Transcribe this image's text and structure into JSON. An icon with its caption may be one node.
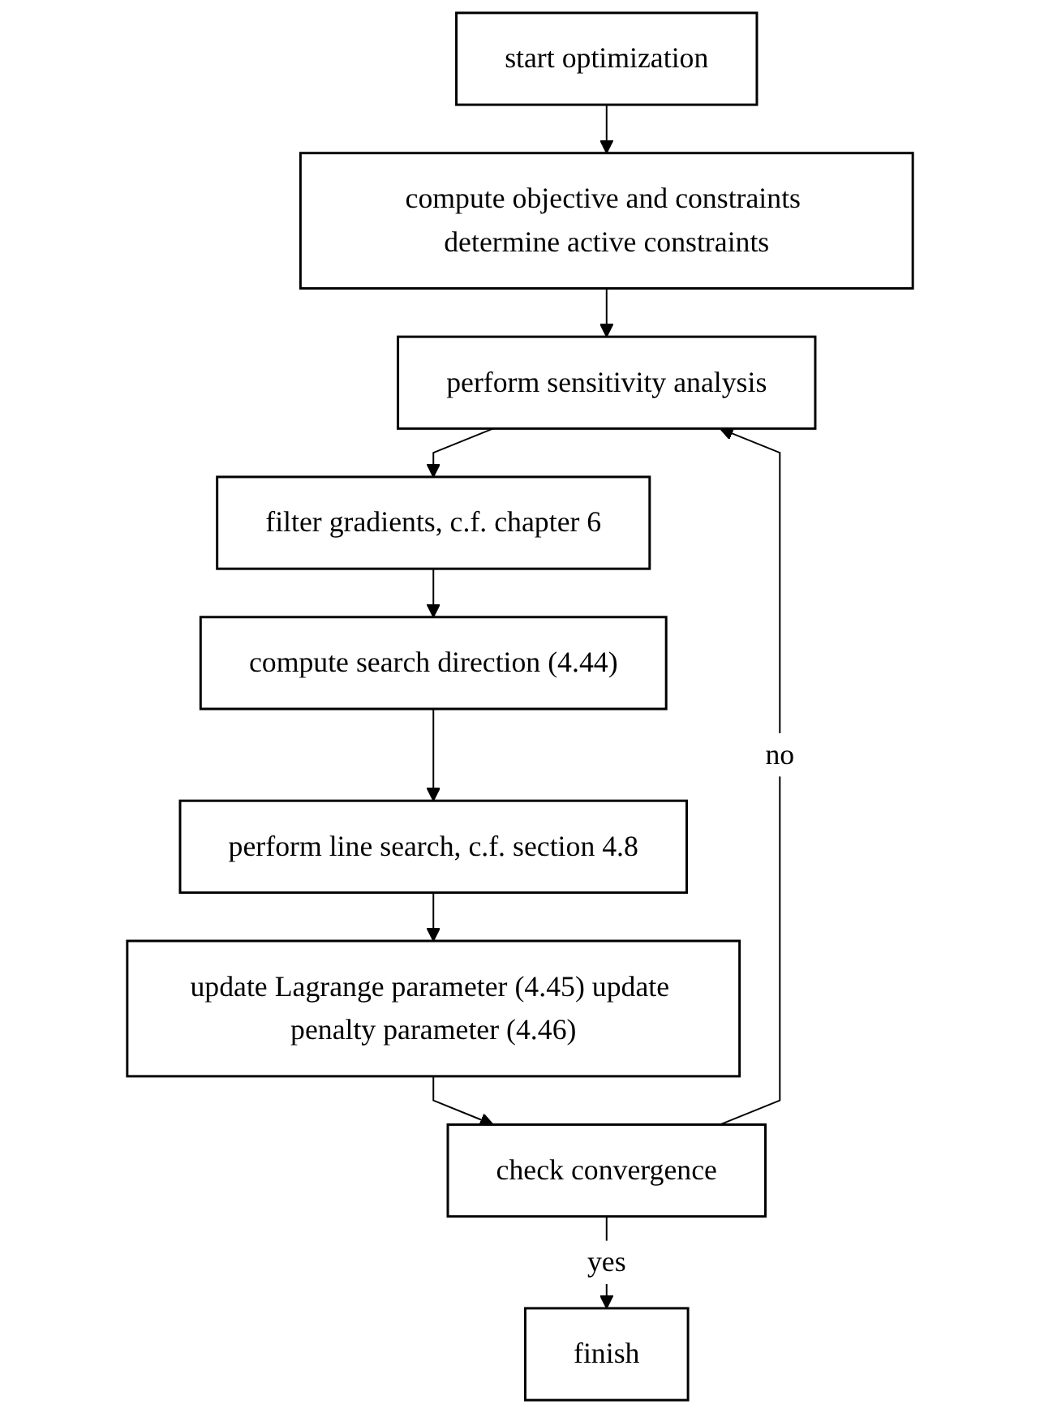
{
  "diagram": {
    "nodes": [
      {
        "text": [
          "start optimization"
        ]
      },
      {
        "text": [
          "compute objective and constraints determine active constraints"
        ]
      },
      {
        "text": [
          "perform sensitivity analysis"
        ]
      },
      {
        "text": [
          "filter gradients, c.f. chapter 6"
        ]
      },
      {
        "text": [
          "compute search direction (4.44)"
        ]
      },
      {
        "text": [
          "perform line search, c.f. section 4.8"
        ]
      },
      {
        "text": [
          "update Lagrange parameter (4.45) update penalty parameter (4.46)"
        ]
      },
      {
        "text": [
          "check convergence"
        ]
      },
      {
        "text": [
          "finish"
        ]
      }
    ],
    "edges": [
      {
        "from": 0,
        "to": 1,
        "arrow": "to"
      },
      {
        "from": 1,
        "to": 2,
        "arrow": "to"
      },
      {
        "from": 2,
        "to": 3,
        "arrow": "to"
      },
      {
        "from": 3,
        "to": 4,
        "arrow": "to"
      },
      {
        "from": 4,
        "to": 5,
        "arrow": "to"
      },
      {
        "from": 5,
        "to": 6,
        "arrow": "to"
      },
      {
        "from": 6,
        "to": 7,
        "arrow": "to"
      },
      {
        "from": 7,
        "to": 2,
        "label": "no",
        "arrow": "to"
      },
      {
        "from": 7,
        "to": 8,
        "label": "yes",
        "arrow": "to"
      }
    ]
  }
}
